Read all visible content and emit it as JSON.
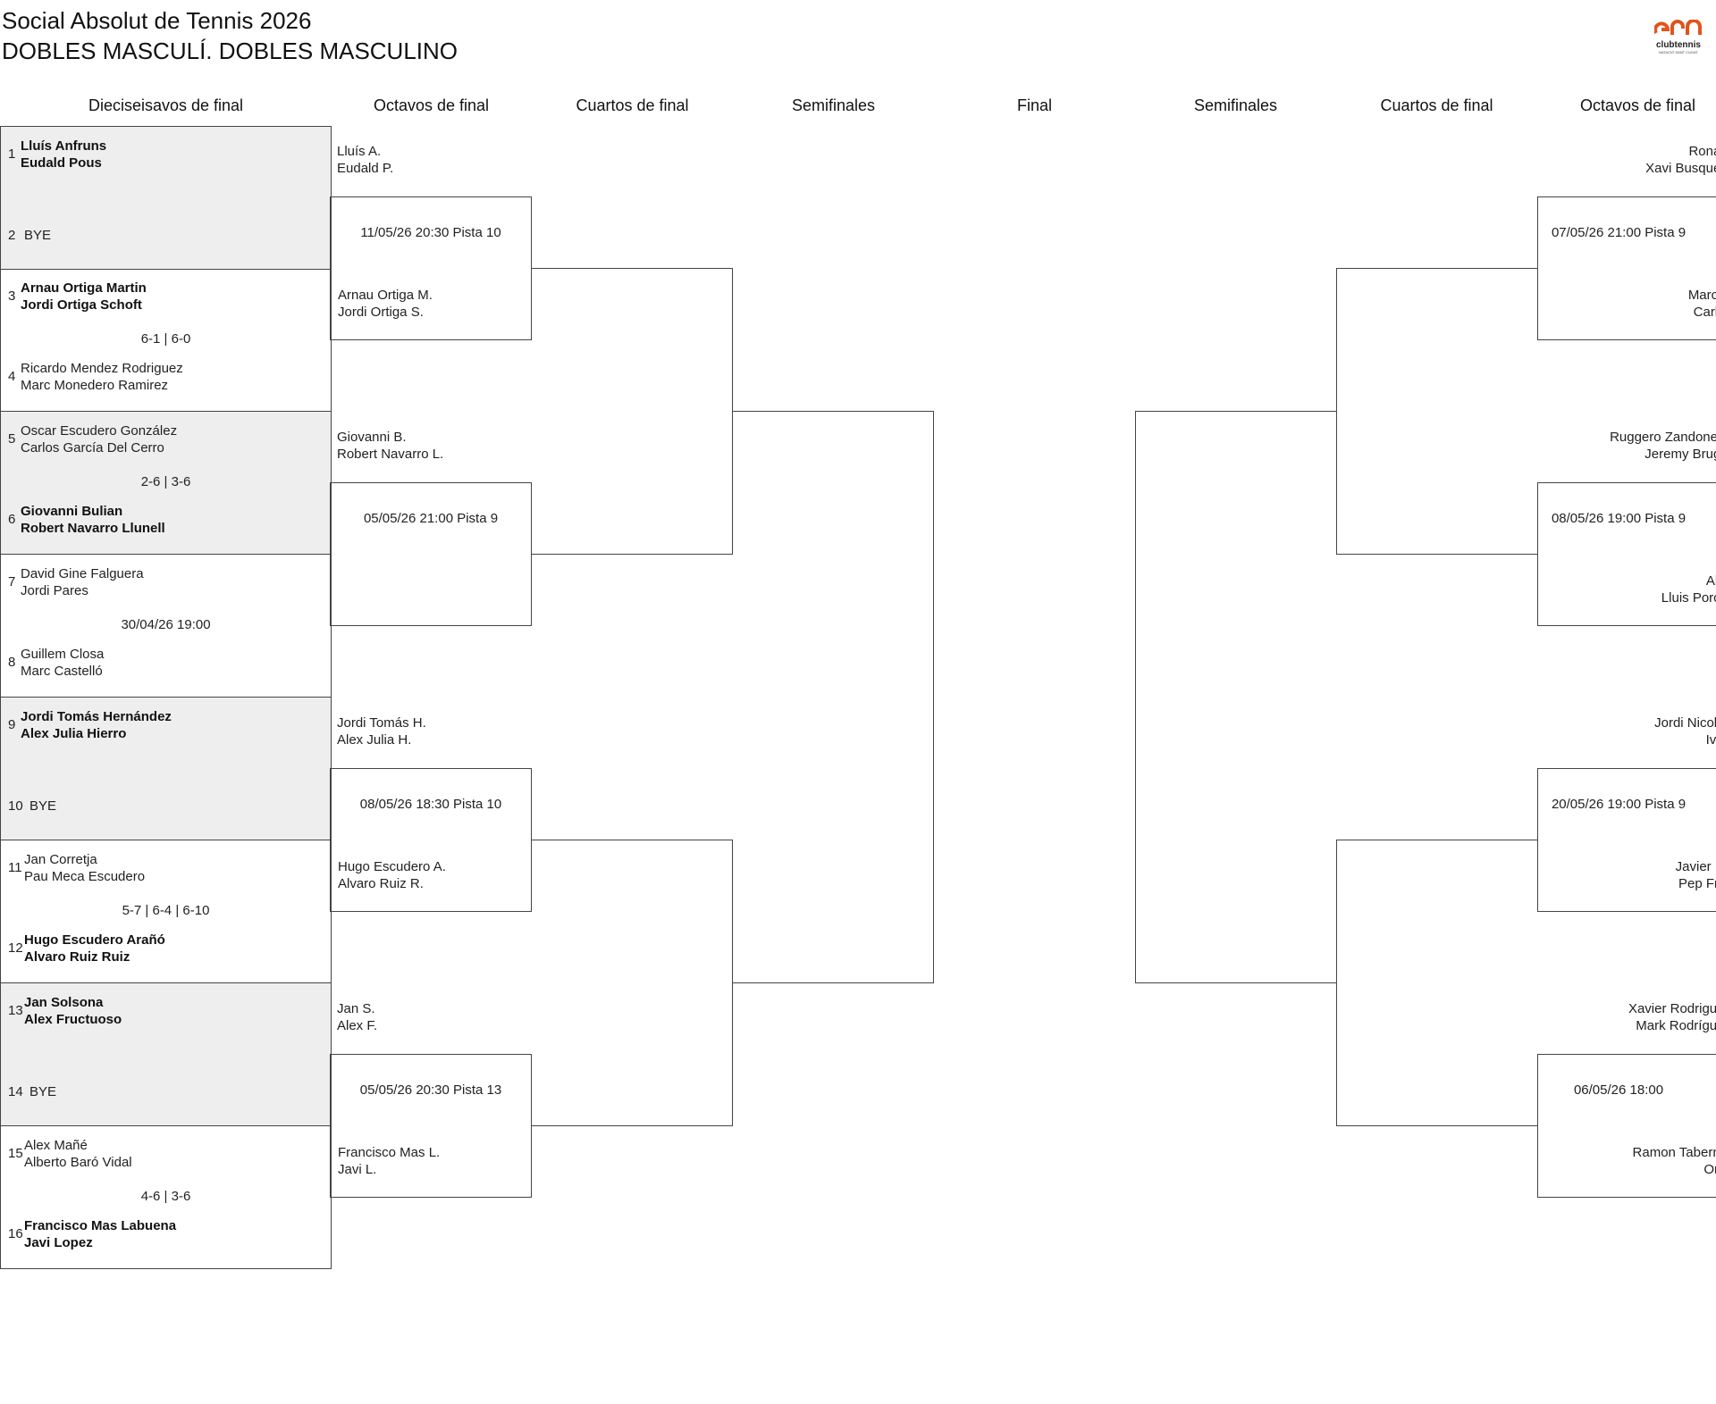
{
  "header": {
    "title": "Social Absolut de Tennis 2026",
    "subtitle": "DOBLES MASCULÍ. DOBLES MASCULINO",
    "logo_text": "clubtennis",
    "logo_sub": "NATACIÓ SANT CUGAT",
    "logo_color": "#e0541c"
  },
  "rounds": [
    "Dieciseisavos de final",
    "Octavos de final",
    "Cuartos de final",
    "Semifinales",
    "Final",
    "Semifinales",
    "Cuartos de final",
    "Octavos de final"
  ],
  "round1": [
    {
      "gray": true,
      "t1": {
        "seed": "1",
        "names": [
          "Lluís Anfruns",
          "Eudald Pous"
        ],
        "winner": true
      },
      "t2": {
        "seed": "2",
        "names": [
          "BYE"
        ],
        "winner": false
      },
      "info": ""
    },
    {
      "gray": false,
      "t1": {
        "seed": "3",
        "names": [
          "Arnau Ortiga Martin",
          "Jordi Ortiga Schoft"
        ],
        "winner": true
      },
      "t2": {
        "seed": "4",
        "names": [
          "Ricardo Mendez Rodriguez",
          "Marc Monedero Ramirez"
        ],
        "winner": false
      },
      "info": "6-1 | 6-0"
    },
    {
      "gray": true,
      "t1": {
        "seed": "5",
        "names": [
          "Oscar Escudero González",
          "Carlos García Del Cerro"
        ],
        "winner": false
      },
      "t2": {
        "seed": "6",
        "names": [
          "Giovanni Bulian",
          "Robert Navarro Llunell"
        ],
        "winner": true
      },
      "info": "2-6 | 3-6"
    },
    {
      "gray": false,
      "t1": {
        "seed": "7",
        "names": [
          "David Gine Falguera",
          "Jordi Pares"
        ],
        "winner": false
      },
      "t2": {
        "seed": "8",
        "names": [
          "Guillem Closa",
          "Marc Castelló"
        ],
        "winner": false
      },
      "info": "30/04/26 19:00"
    },
    {
      "gray": true,
      "t1": {
        "seed": "9",
        "names": [
          "Jordi Tomás Hernández",
          "Alex Julia Hierro"
        ],
        "winner": true
      },
      "t2": {
        "seed": "10",
        "names": [
          "BYE"
        ],
        "winner": false
      },
      "info": ""
    },
    {
      "gray": false,
      "t1": {
        "seed": "11",
        "names": [
          "Jan Corretja",
          "Pau Meca Escudero"
        ],
        "winner": false
      },
      "t2": {
        "seed": "12",
        "names": [
          "Hugo Escudero Arañó",
          "Alvaro Ruiz Ruiz"
        ],
        "winner": true
      },
      "info": "5-7 | 6-4 | 6-10"
    },
    {
      "gray": true,
      "t1": {
        "seed": "13",
        "names": [
          "Jan Solsona",
          "Alex Fructuoso"
        ],
        "winner": true
      },
      "t2": {
        "seed": "14",
        "names": [
          "BYE"
        ],
        "winner": false
      },
      "info": ""
    },
    {
      "gray": false,
      "t1": {
        "seed": "15",
        "names": [
          "Alex Mañé",
          "Alberto Baró Vidal"
        ],
        "winner": false
      },
      "t2": {
        "seed": "16",
        "names": [
          "Francisco Mas Labuena",
          "Javi Lopez"
        ],
        "winner": true
      },
      "info": "4-6 | 3-6"
    }
  ],
  "octavos_left": [
    {
      "top": [
        "Lluís A.",
        "Eudald P."
      ],
      "info": "11/05/26 20:30 Pista 10",
      "bottom": [
        "Arnau Ortiga M.",
        "Jordi Ortiga S."
      ]
    },
    {
      "top": [
        "Giovanni B.",
        "Robert Navarro L."
      ],
      "info": "05/05/26 21:00 Pista 9",
      "bottom": [
        "",
        ""
      ]
    },
    {
      "top": [
        "Jordi Tomás H.",
        "Alex Julia H."
      ],
      "info": "08/05/26 18:30 Pista 10",
      "bottom": [
        "Hugo Escudero A.",
        "Alvaro Ruiz R."
      ]
    },
    {
      "top": [
        "Jan S.",
        "Alex F."
      ],
      "info": "05/05/26 20:30 Pista 13",
      "bottom": [
        "Francisco Mas L.",
        "Javi L."
      ]
    }
  ],
  "octavos_right": [
    {
      "top": [
        "Ronald",
        "Xavi Busquets"
      ],
      "info": "07/05/26 21:00 Pista 9",
      "bottom": [
        "Marcos",
        "Carles"
      ]
    },
    {
      "top": [
        "Ruggero Zandonella",
        "Jeremy Brugal"
      ],
      "info": "08/05/26 19:00 Pista 9",
      "bottom": [
        "Alex",
        "Lluis Porcar"
      ]
    },
    {
      "top": [
        "Jordi Nicolas",
        "Iván"
      ],
      "info": "20/05/26 19:00 Pista 9",
      "bottom": [
        "Javier De",
        "Pep Frail"
      ]
    },
    {
      "top": [
        "Xavier Rodriguez",
        "Mark Rodríguez"
      ],
      "info": "06/05/26 18:00",
      "bottom": [
        "Ramon Taberner",
        "Oriol"
      ]
    }
  ]
}
